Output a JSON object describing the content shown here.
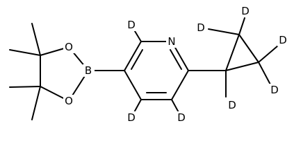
{
  "molecule": {
    "atom_labels": {
      "n1": "N",
      "b1": "B",
      "o1": "O",
      "o2": "O",
      "d_c6": "D",
      "d_c4": "D",
      "d_c3": "D",
      "d_cp_top": "D",
      "d_cp_top_left": "D",
      "d_cp_right": "D",
      "d_cp_bottom_right": "D",
      "d_cp_attach": "D"
    }
  }
}
